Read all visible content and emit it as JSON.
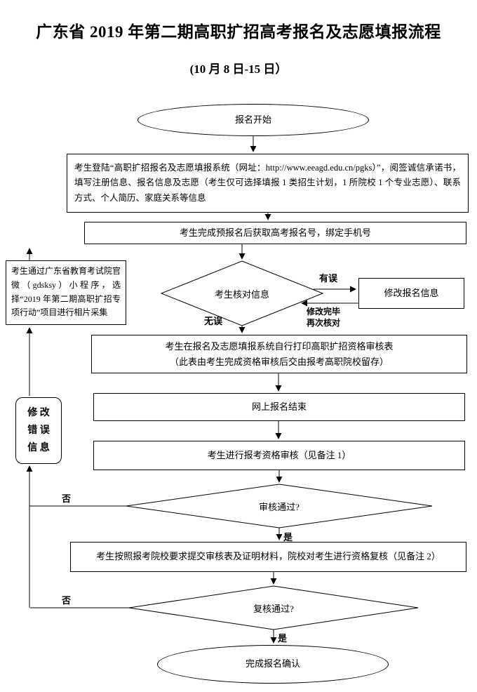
{
  "header": {
    "title": "广东省 2019 年第二期高职扩招高考报名及志愿填报流程",
    "subtitle": "(10 月 8 日-15 日）"
  },
  "flow": {
    "start": "报名开始",
    "login": "考生登陆“高职扩招报名及志愿填报系统（网址：http://www.eeagd.edu.cn/pgks）”，阅签诚信承诺书，填写注册信息、报名信息及志愿（考生仅可选择填报 1 类招生计划，1 所院校 1 个专业志愿）、联系方式、个人简历、家庭关系等信息",
    "prereg": "考生完成预报名后获取高考报名号，绑定手机号",
    "verify": "考生核对信息",
    "modify_reg": "修改报名信息",
    "photo": "考生通过广东省教育考试院官微（gdsksy）小程序，选择“2019 年第二期高职扩招专项行动”项目进行相片采集",
    "modify_error": [
      "修 改",
      "错 误",
      "信 息"
    ],
    "print_line1": "考生在报名及志愿填报系统自行打印高职扩招资格审核表",
    "print_line2": "（此表由考生完成资格审核后交由报考高职院校留存）",
    "online_end": "网上报名结束",
    "review": "考生进行报考资格审核（见备注 1）",
    "review_q": "审核通过?",
    "submit": "考生按照报考院校要求提交审核表及证明材料，院校对考生进行资格复核（见备注 2）",
    "recheck_q": "复核通过?",
    "finish": "完成报名确认"
  },
  "labels": {
    "has_error": "有误",
    "no_error": "无误",
    "modify_done": "修改完毕",
    "check_again": "再次核对",
    "yes_review": "是",
    "no_review": "否",
    "yes_recheck": "是",
    "no_recheck": "否"
  }
}
